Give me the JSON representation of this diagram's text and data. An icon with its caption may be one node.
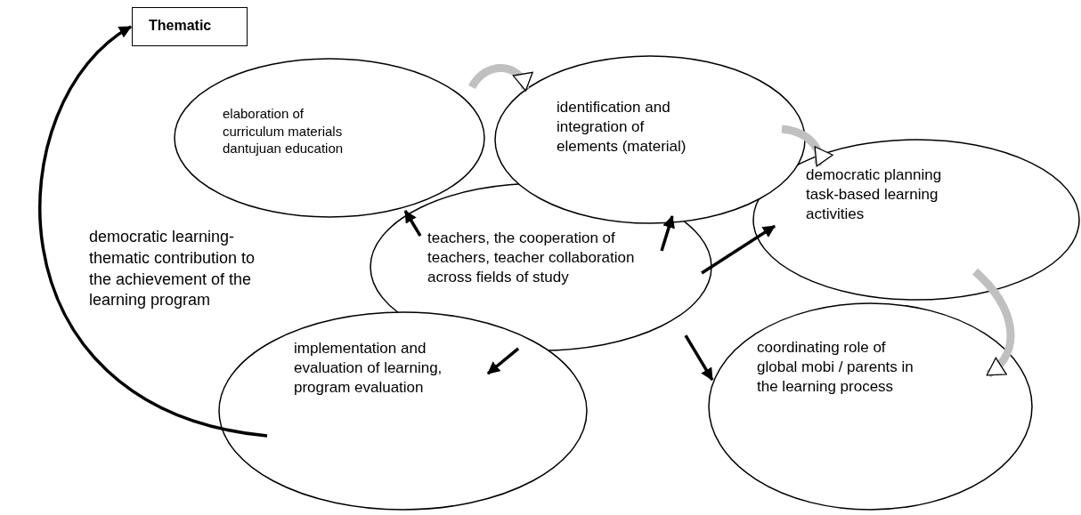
{
  "diagram": {
    "nodes": [
      {
        "text": [
          "Thematic"
        ]
      },
      {
        "text": [
          "elaboration of curriculum materials dantujuan education"
        ]
      },
      {
        "text": [
          "identification and integration of elements (material)"
        ]
      },
      {
        "text": [
          "teachers, the cooperation of teachers, teacher collaboration across fields of study"
        ]
      },
      {
        "text": [
          "democratic planning task-based learning activities"
        ]
      },
      {
        "text": [
          "implementation and evaluation of learning, program evaluation"
        ]
      },
      {
        "text": [
          "coordinating role of global mobi / parents in the learning process"
        ]
      }
    ],
    "edges": [
      {
        "from": 3,
        "to": 1,
        "arrow": "to"
      },
      {
        "from": 3,
        "to": 2,
        "arrow": "to"
      },
      {
        "from": 3,
        "to": 4,
        "arrow": "to"
      },
      {
        "from": 3,
        "to": 5,
        "arrow": "to"
      },
      {
        "from": 3,
        "to": 6,
        "arrow": "to"
      },
      {
        "from": 1,
        "to": 2,
        "arrow": "to",
        "style": "thick",
        "color": "#c0c0c0"
      },
      {
        "from": 2,
        "to": 4,
        "arrow": "to",
        "style": "thick",
        "color": "#c0c0c0"
      },
      {
        "from": 4,
        "to": 6,
        "arrow": "to",
        "style": "thick",
        "color": "#c0c0c0"
      },
      {
        "from": 5,
        "to": 0,
        "arrow": "to"
      }
    ],
    "labels": [
      "democratic learning-thematic contribution to the achievement of the learning program"
    ]
  }
}
